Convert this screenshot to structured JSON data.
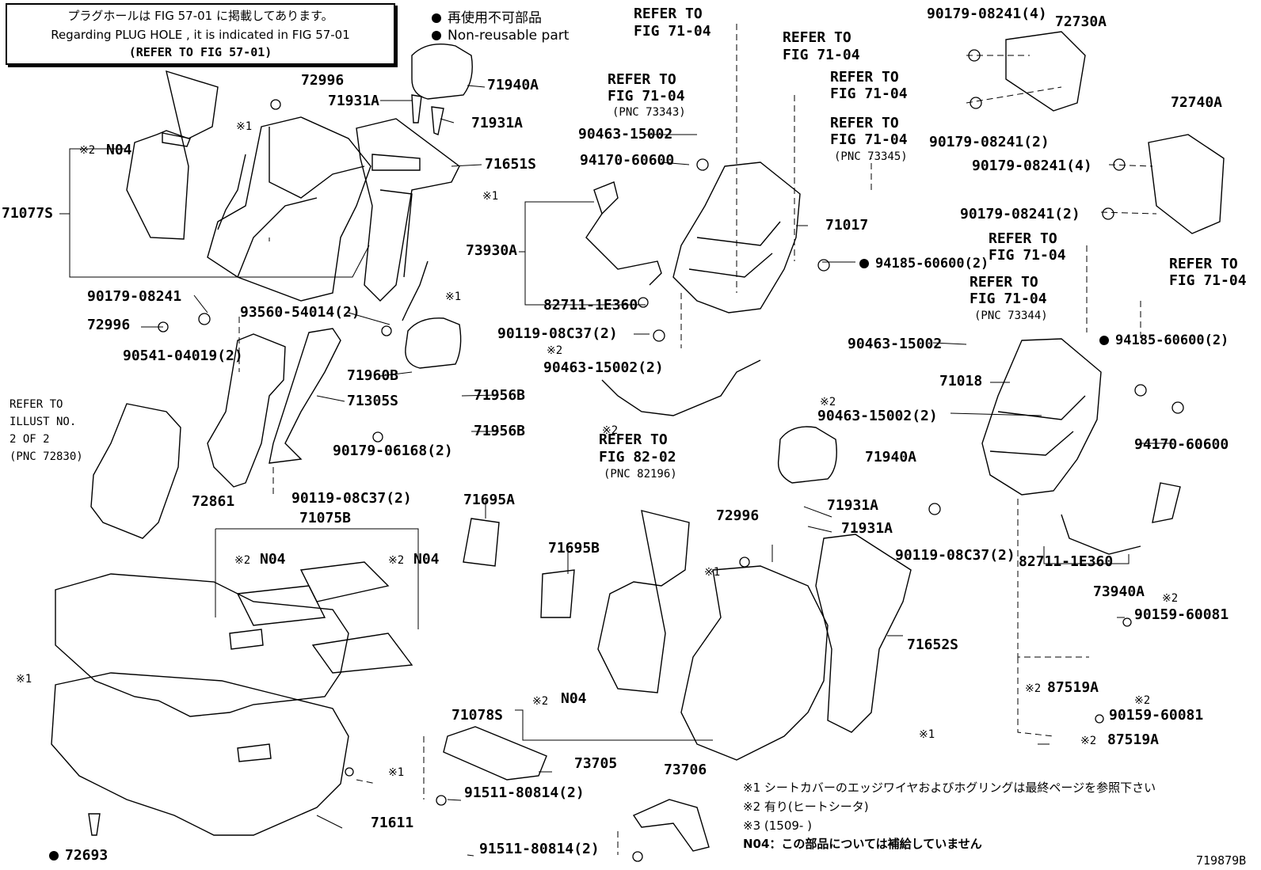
{
  "note": {
    "line1": "プラグホールは FIG 57-01 に掲載してあります。",
    "line2": "Regarding PLUG HOLE , it is indicated in FIG 57-01",
    "line3": "(REFER TO FIG 57-01)"
  },
  "legend": {
    "jp": "再使用不可部品",
    "en": "Non-reusable part"
  },
  "refer": {
    "r1": "REFER TO\nFIG 71-04",
    "ref_to": "REFER TO",
    "fig7104": "FIG 71-04",
    "pnc73343": "(PNC 73343)",
    "pnc73345": "(PNC 73345)",
    "pnc73344": "(PNC 73344)",
    "fig8202": "FIG 82-02",
    "pnc82196": "(PNC 82196)",
    "illust1": "REFER TO",
    "illust2": "ILLUST NO.",
    "illust3": "2 OF 2",
    "pnc72830": "(PNC 72830)"
  },
  "marks": {
    "m1": "※1",
    "m2": "※2"
  },
  "parts": {
    "p72996a": "72996",
    "p71940a": "71940A",
    "p71931a1": "71931A",
    "p71931a2": "71931A",
    "p71651s": "71651S",
    "n04": "N04",
    "p71077s": "71077S",
    "p90179_08241": "90179-08241",
    "p72996b": "72996",
    "p93560": "93560-54014(2)",
    "p90541": "90541-04019(2)",
    "p71960b": "71960B",
    "p71305s": "71305S",
    "p71956b1": "71956B",
    "p71956b2": "71956B",
    "p90179_06168": "90179-06168(2)",
    "p72861": "72861",
    "p90119a": "90119-08C37(2)",
    "p90463a": "90463-15002",
    "p94170a": "94170-60600",
    "p73930a": "73930A",
    "p71017": "71017",
    "p94185a": "94185-60600(2)",
    "p82711a": "82711-1E360",
    "p90119b": "90119-08C37(2)",
    "p90463b": "90463-15002(2)",
    "p72730a": "72730A",
    "p90179_4a": "90179-08241(4)",
    "p90179_2a": "90179-08241(2)",
    "p72740a": "72740A",
    "p90179_4b": "90179-08241(4)",
    "p90179_2b": "90179-08241(2)",
    "p90463c": "90463-15002",
    "p94185b": "94185-60600(2)",
    "p71018": "71018",
    "p90463d": "90463-15002(2)",
    "p94170b": "94170-60600",
    "p71940a2": "71940A",
    "p71931a3": "71931A",
    "p71931a4": "71931A",
    "p72996c": "72996",
    "p90119c": "90119-08C37(2)",
    "p82711b": "82711-1E360",
    "p73940a": "73940A",
    "p90159a": "90159-60081",
    "p87519a1": "87519A",
    "p90159b": "90159-60081",
    "p87519a2": "87519A",
    "p71075b": "71075B",
    "p71695a": "71695A",
    "p71695b": "71695B",
    "p71652s": "71652S",
    "p71078s": "71078S",
    "p73705": "73705",
    "p73706": "73706",
    "p91511a": "91511-80814(2)",
    "p91511b": "91511-80814(2)",
    "p71611": "71611",
    "p72693": "72693",
    "p71017_": ""
  },
  "footnotes": {
    "f1": "※1 シートカバーのエッジワイヤおよびホグリングは最終ページを参照下さい",
    "f2": "※2 有り(ヒートシータ)",
    "f3": "※3 (1509-        )",
    "f4": "N04：この部品については補給していません"
  },
  "diagram_id": "719879B"
}
